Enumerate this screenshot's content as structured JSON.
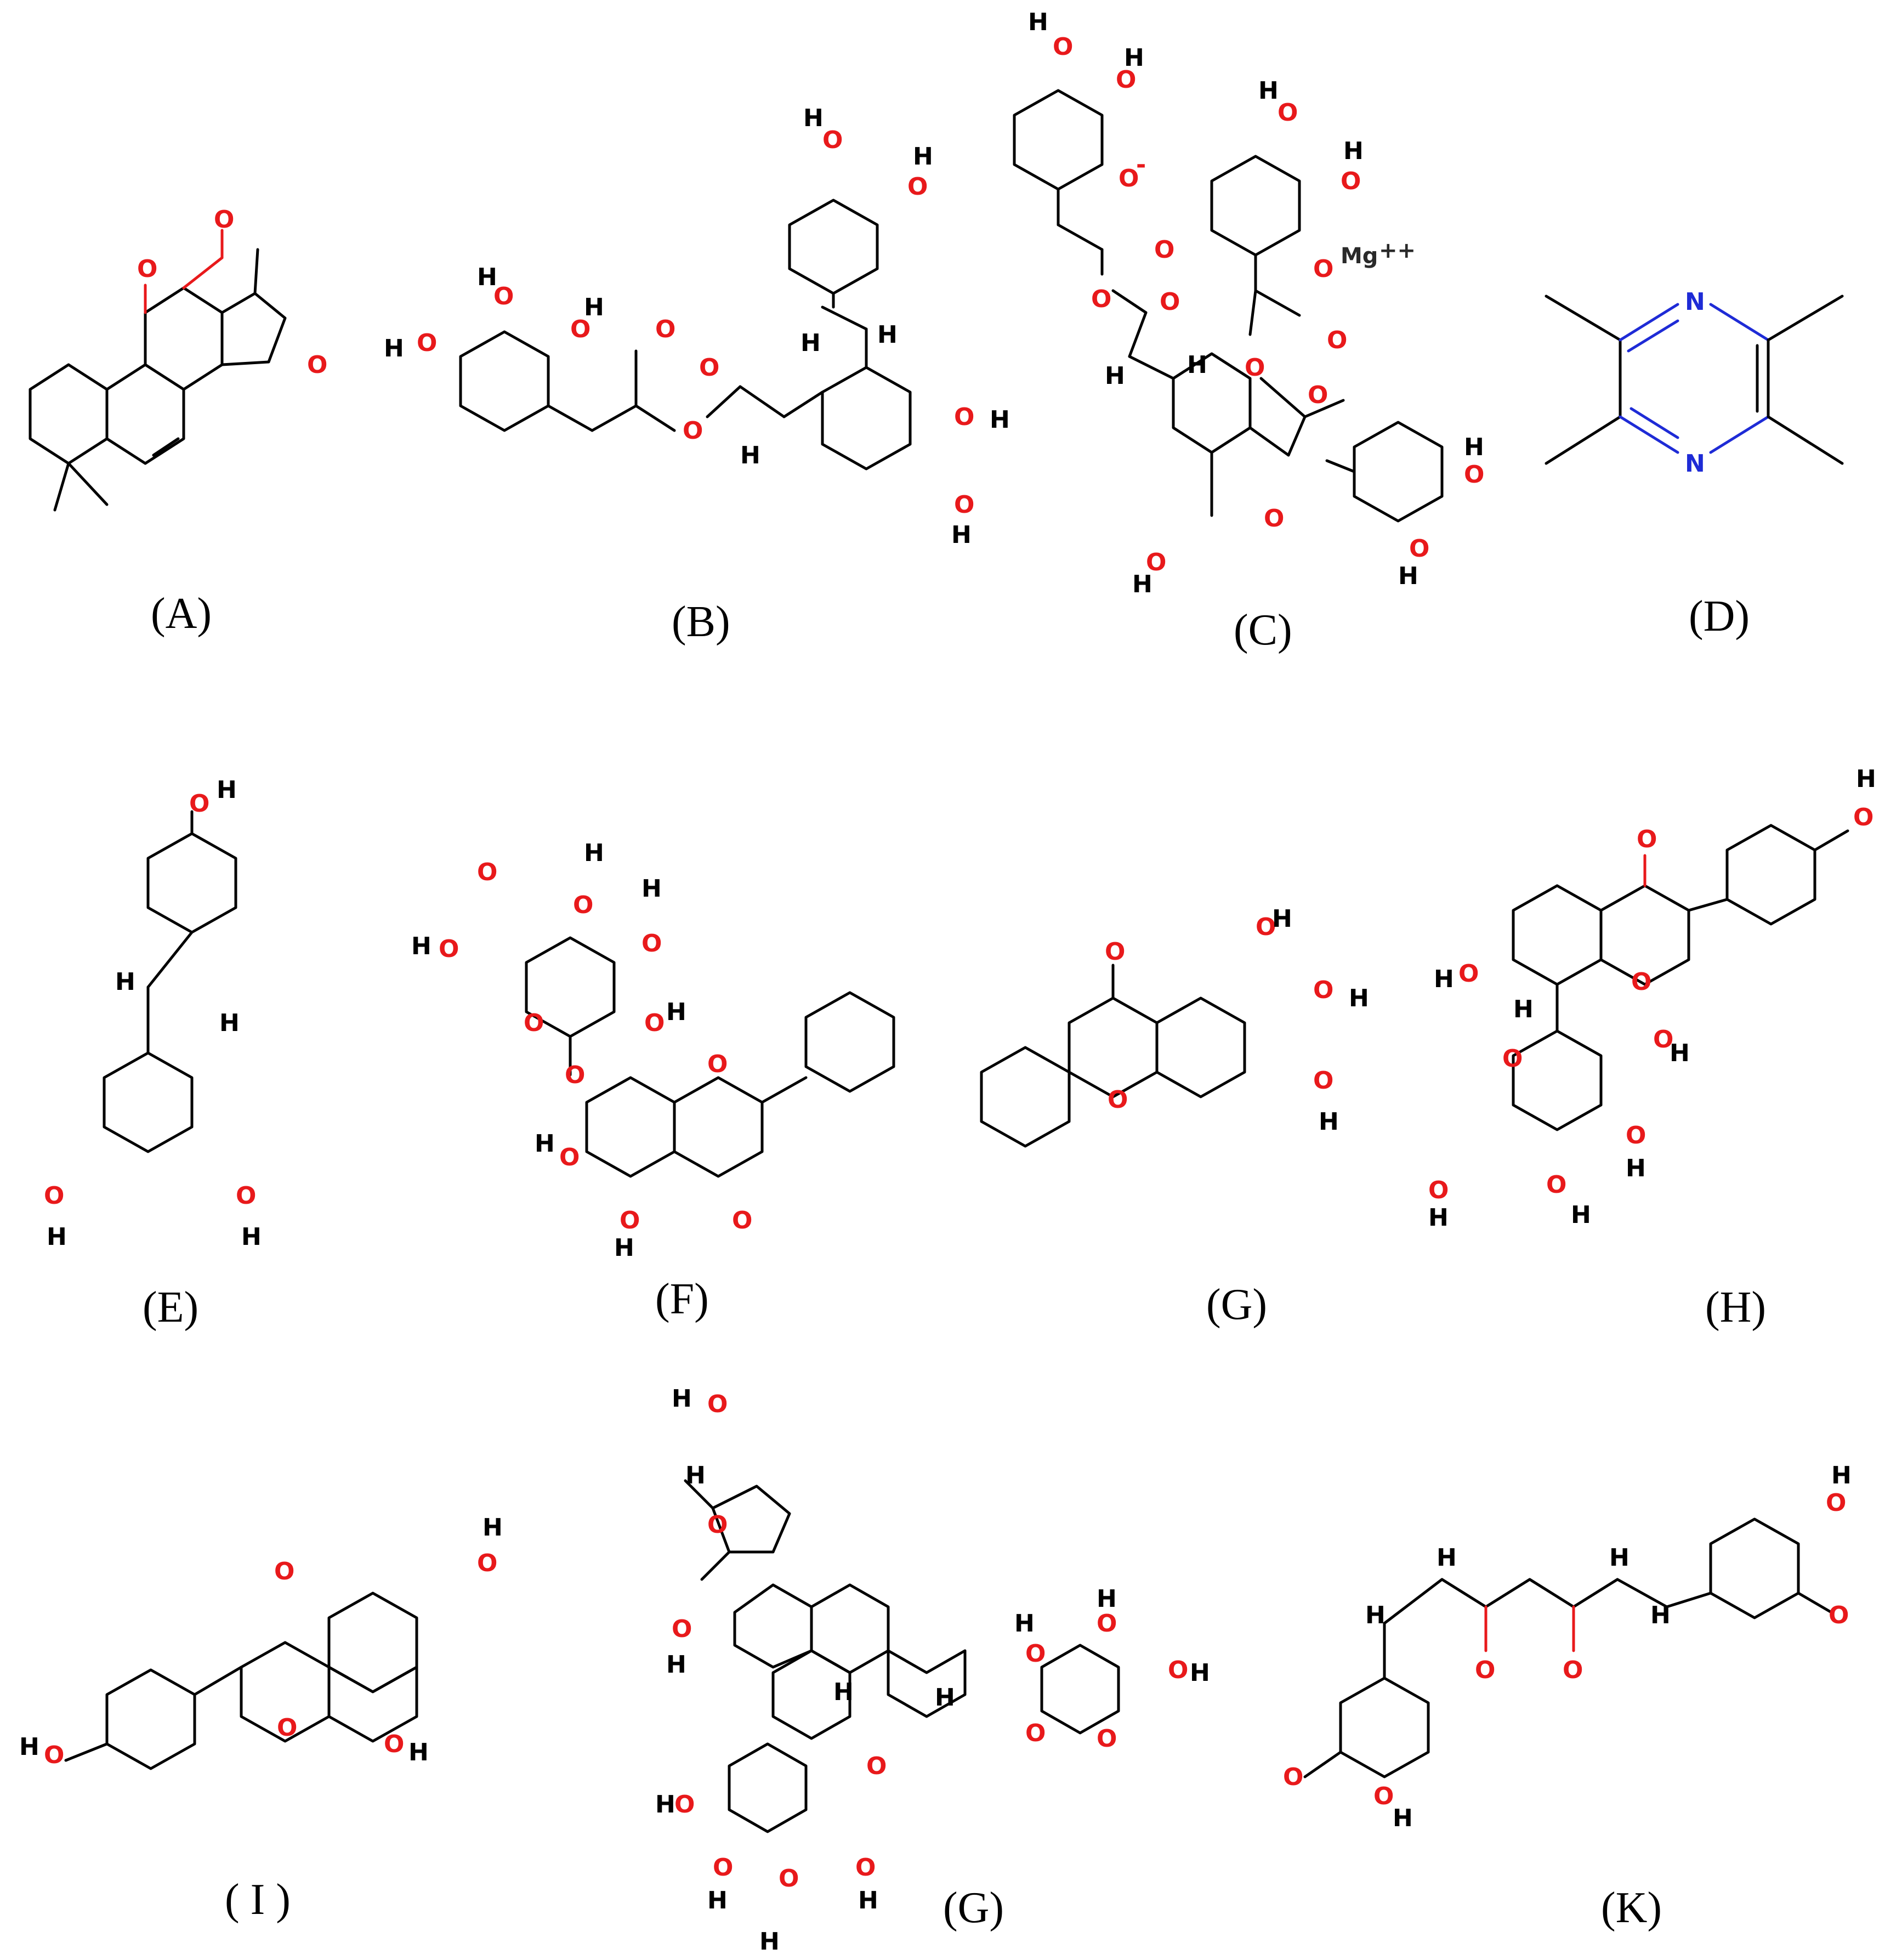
{
  "figure": {
    "background": "#ffffff",
    "colors": {
      "oxygen": "#e8191b",
      "nitrogen": "#1e2bd6",
      "carbon_bond": "#000000",
      "hydrogen": "#000000"
    },
    "panels": [
      {
        "key": "A",
        "caption": "(A)"
      },
      {
        "key": "B",
        "caption": "(B)"
      },
      {
        "key": "C",
        "caption": "(C)"
      },
      {
        "key": "D",
        "caption": "(D)"
      },
      {
        "key": "E",
        "caption": "(E)"
      },
      {
        "key": "F",
        "caption": "(F)"
      },
      {
        "key": "G1",
        "caption": "(G)"
      },
      {
        "key": "H",
        "caption": "(H)"
      },
      {
        "key": "I",
        "caption": "( I )"
      },
      {
        "key": "G2",
        "caption": "(G)"
      },
      {
        "key": "K",
        "caption": "(K)"
      }
    ]
  },
  "atoms": {
    "O": "O",
    "H": "H",
    "N": "N",
    "Mg": "Mg",
    "charge_pp": "++",
    "charge_minus": "-"
  }
}
